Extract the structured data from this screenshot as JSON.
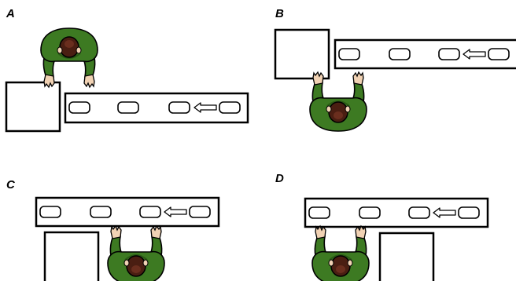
{
  "panels": [
    {
      "id": "A",
      "label": "A",
      "worker_facing": "down",
      "belt_slots": 4,
      "flow_direction": "left"
    },
    {
      "id": "B",
      "label": "B",
      "worker_facing": "up",
      "belt_slots": 4,
      "flow_direction": "left"
    },
    {
      "id": "C",
      "label": "C",
      "worker_facing": "up",
      "belt_slots": 4,
      "flow_direction": "left"
    },
    {
      "id": "D",
      "label": "D",
      "worker_facing": "up",
      "belt_slots": 4,
      "flow_direction": "left"
    }
  ],
  "colors": {
    "shirt": "#3d7a22",
    "shirt_dark": "#2a5a15",
    "hair": "#4a1e12",
    "skin": "#f1d2b4",
    "outline": "#000000",
    "background": "#ffffff"
  },
  "icons": {
    "worker": "worker-top-view-icon",
    "flow_arrow": "arrow-left-icon",
    "item": "rounded-box-icon",
    "table": "square-table"
  }
}
